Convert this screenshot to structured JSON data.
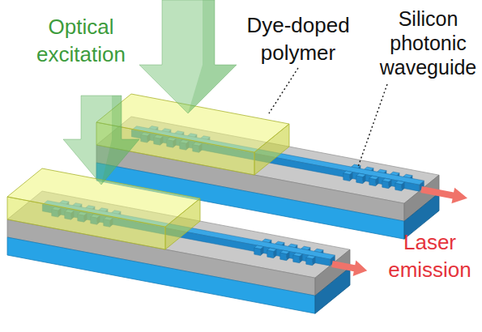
{
  "diagram": {
    "labels": [
      "Optical excitation",
      "Dye-doped polymer",
      "Silicon photonic waveguide",
      "Laser emission"
    ]
  }
}
